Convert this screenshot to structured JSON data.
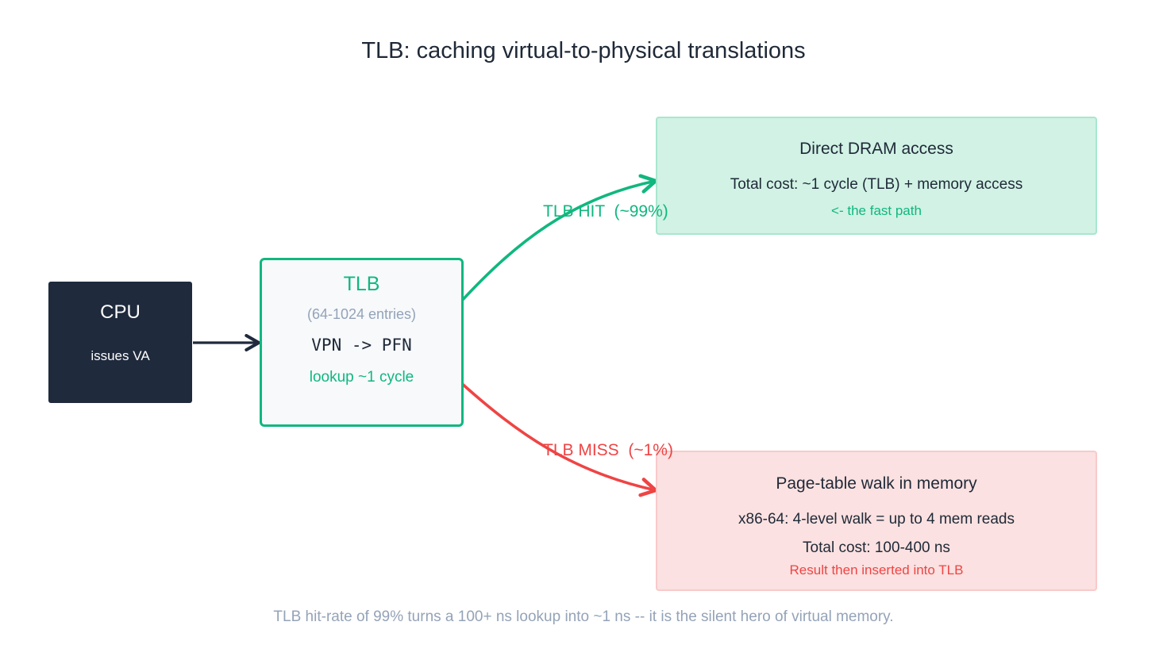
{
  "title": "TLB: caching virtual-to-physical translations",
  "cpu": {
    "label": "CPU",
    "sublabel": "issues VA"
  },
  "tlb": {
    "label": "TLB",
    "entries": "(64-1024 entries)",
    "mapping": "VPN -> PFN",
    "lookup": "lookup ~1 cycle"
  },
  "hit_box": {
    "title": "Direct DRAM access",
    "cost": "Total cost: ~1 cycle (TLB) + memory access",
    "note": "<- the fast path"
  },
  "miss_box": {
    "title": "Page-table walk in memory",
    "walk": "x86-64: 4-level walk = up to 4 mem reads",
    "cost": "Total cost: 100-400 ns",
    "note": "Result then inserted into TLB"
  },
  "edges": {
    "hit_label": "TLB HIT  (~99%)",
    "miss_label": "TLB MISS  (~1%)"
  },
  "footer": "TLB hit-rate of 99% turns a 100+ ns lookup into ~1 ns -- it is the silent hero of virtual memory.",
  "colors": {
    "dark": "#1f2a3c",
    "green": "#10b77f",
    "red": "#ef4444",
    "muted": "#94a3b8"
  }
}
